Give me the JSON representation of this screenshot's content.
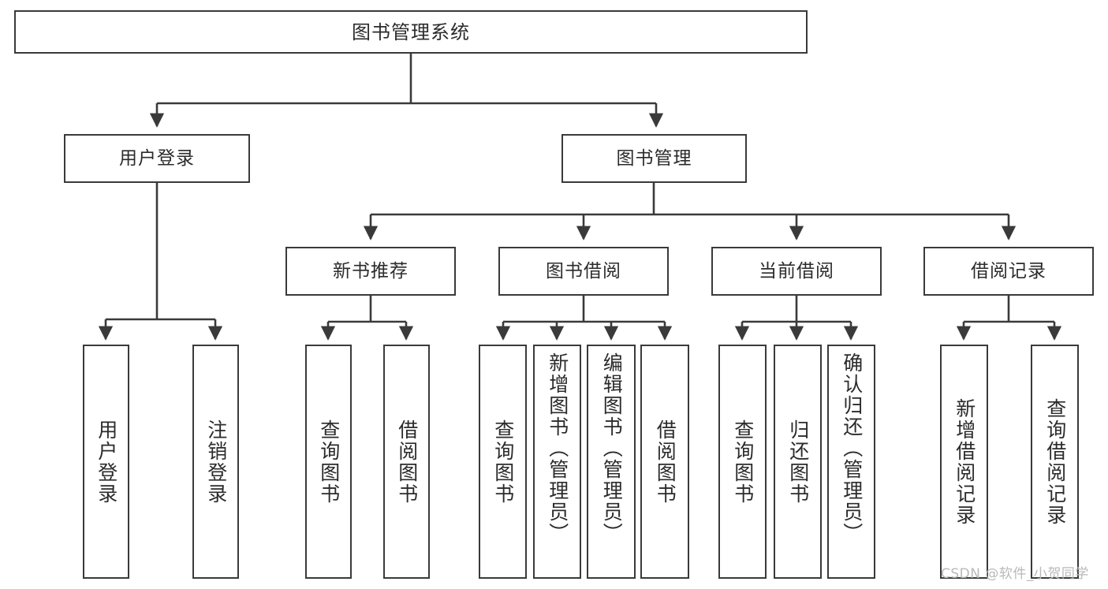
{
  "diagram": {
    "type": "tree-hierarchy-chart",
    "title": "图书管理系统",
    "stroke_color": "#3a3a3a",
    "background_color": "#ffffff",
    "levels": 4
  },
  "root": {
    "label": "图书管理系统"
  },
  "level2": [
    {
      "label": "用户登录"
    },
    {
      "label": "图书管理"
    }
  ],
  "level3": [
    {
      "label": "新书推荐",
      "parent": "图书管理"
    },
    {
      "label": "图书借阅",
      "parent": "图书管理"
    },
    {
      "label": "当前借阅",
      "parent": "图书管理"
    },
    {
      "label": "借阅记录",
      "parent": "图书管理"
    }
  ],
  "leaves": {
    "用户登录": [
      {
        "label": "用户登录"
      },
      {
        "label": "注销登录"
      }
    ],
    "新书推荐": [
      {
        "label": "查询图书"
      },
      {
        "label": "借阅图书"
      }
    ],
    "图书借阅": [
      {
        "label": "查询图书"
      },
      {
        "label": "新增图书（管理员）"
      },
      {
        "label": "编辑图书（管理员）"
      },
      {
        "label": "借阅图书"
      }
    ],
    "当前借阅": [
      {
        "label": "查询图书"
      },
      {
        "label": "归还图书"
      },
      {
        "label": "确认归还（管理员）"
      }
    ],
    "借阅记录": [
      {
        "label": "新增借阅记录"
      },
      {
        "label": "查询借阅记录"
      }
    ]
  },
  "watermark": {
    "text": "CSDN @软件_小贺同学"
  }
}
